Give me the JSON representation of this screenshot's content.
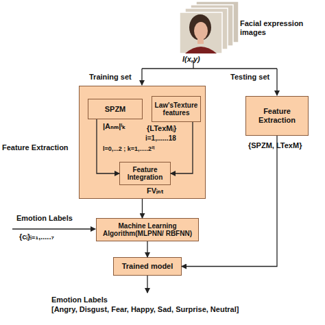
{
  "diagram": {
    "nodes": [
      {
        "text": [
          "Feature Extraction"
        ]
      },
      {
        "text": [
          "SPZM"
        ],
        "in": 0
      },
      {
        "text": [
          "Law'sTexture features"
        ],
        "in": 0
      },
      {
        "text": [
          "Feature Integration"
        ],
        "in": 0
      },
      {
        "text": [
          "Feature Extraction"
        ]
      },
      {
        "text": [
          "Machine Learning Algorithm(MLPNN/ RBFNN)"
        ]
      },
      {
        "text": [
          "Trained model"
        ]
      }
    ],
    "edges": [
      {
        "from": 1,
        "to": 3,
        "arrow": "to"
      },
      {
        "from": 2,
        "to": 3,
        "arrow": "to"
      },
      {
        "from": 0,
        "to": 5,
        "arrow": "to"
      },
      {
        "from": 5,
        "to": 6,
        "arrow": "to"
      },
      {
        "from": 4,
        "to": 6,
        "arrow": "to"
      }
    ],
    "labels": [
      "Facial expression images",
      "I(x,y)",
      "Training set",
      "Testing set",
      "|Aₙₘ|ˡₖ",
      "{LTexMᵢ}",
      "i=1,......18",
      "l=0,...2 ; k=1,.....2²ˡ",
      "FVᵢₙₜ",
      "{SPZM, LTexM}",
      "Emotion Labels",
      "{cᵢ}ᵢ₌₁,.....₇",
      "Emotion Labels",
      "[Angry, Disgust, Fear, Happy, Sad, Surprise, Neutral]"
    ]
  }
}
